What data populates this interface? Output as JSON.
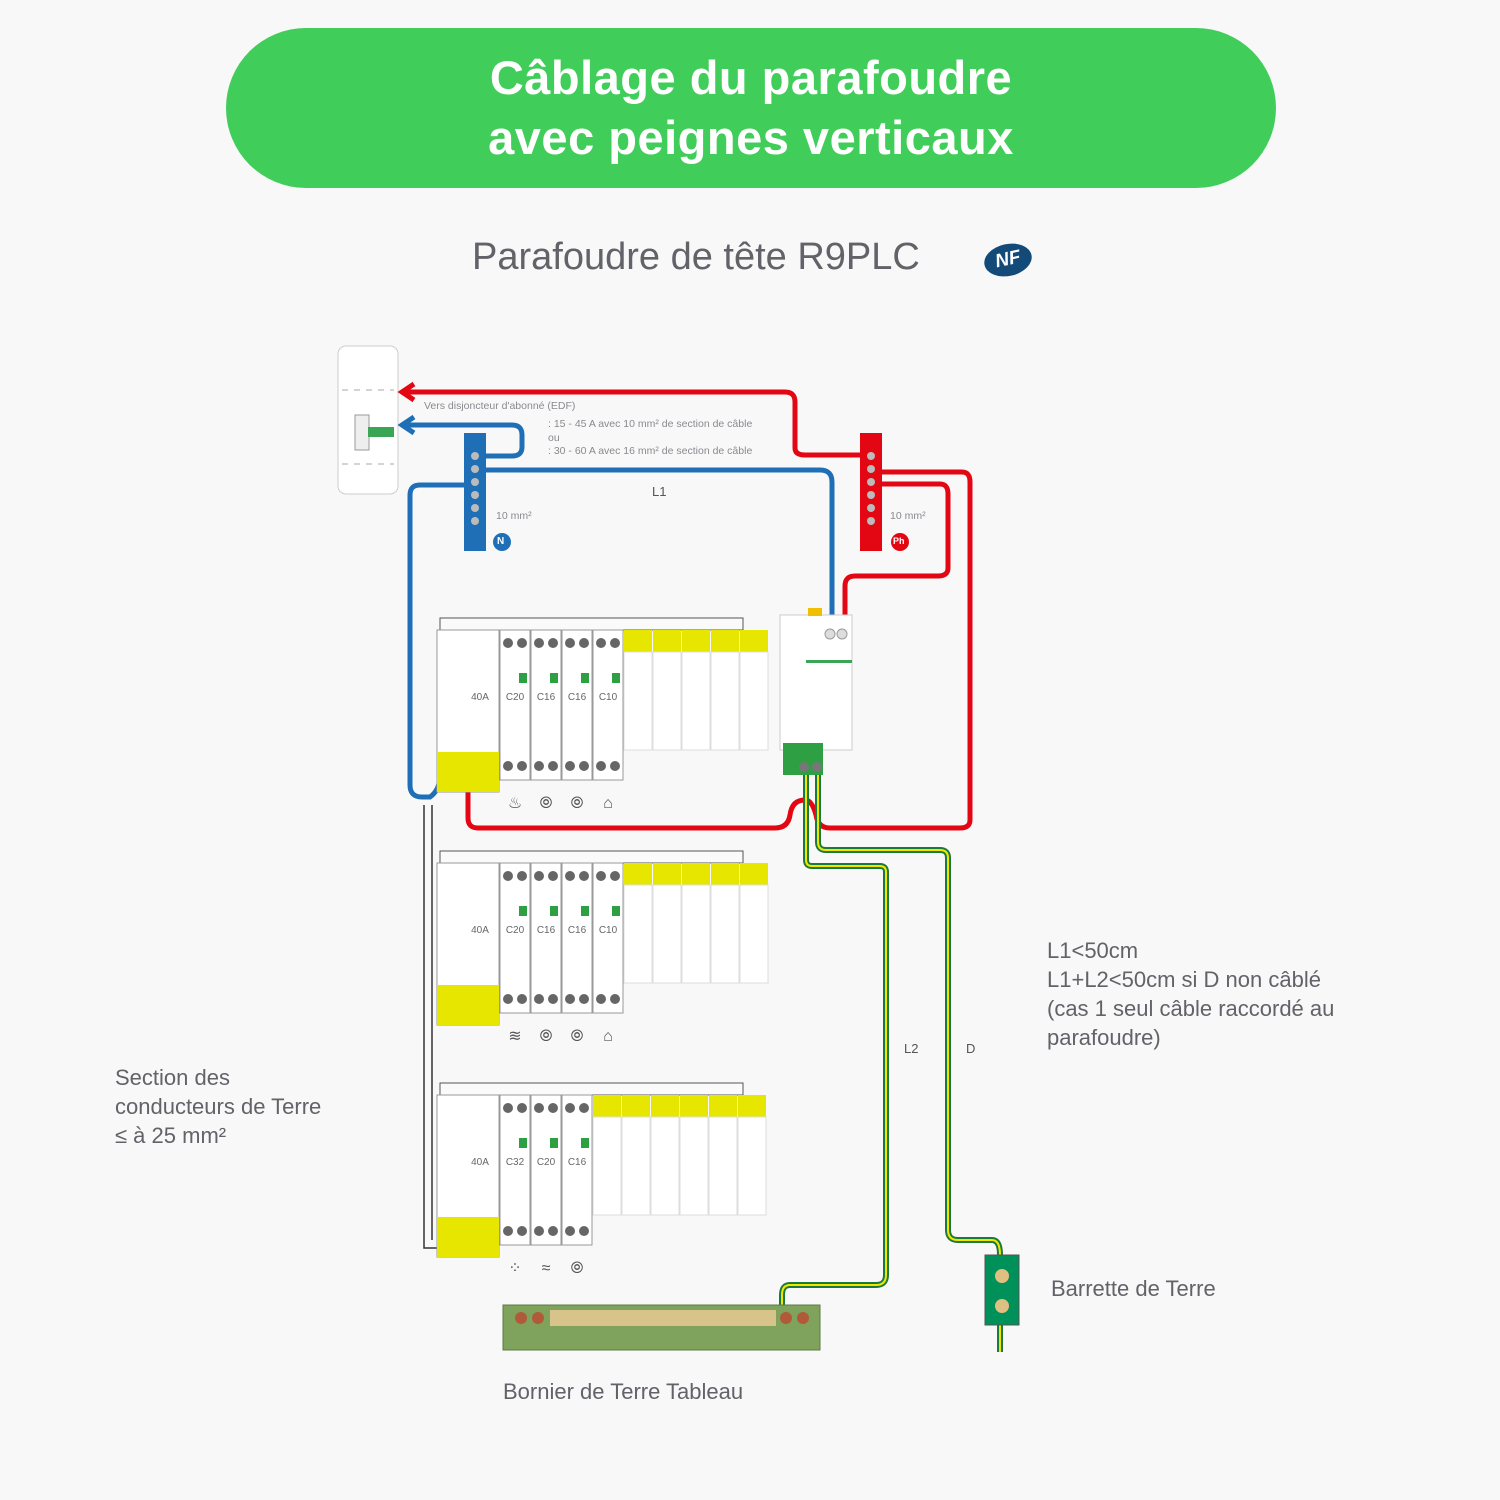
{
  "title": {
    "line1": "Câblage du parafoudre",
    "line2": "avec peignes verticaux"
  },
  "subtitle": "Parafoudre de tête R9PLC",
  "badge": "NF",
  "colors": {
    "banner": "#41cd5a",
    "phase": "#e30613",
    "neutral": "#1f6fb7",
    "earth_green": "#1a7a3a",
    "earth_yellow": "#f2e600",
    "comb_yellow": "#e6e600"
  },
  "supply": {
    "label": "Vers disjoncteur d'abonné (EDF)",
    "rule1": ": 15 - 45 A avec 10 mm² de section de câble",
    "or": "ou",
    "rule2": ": 30 - 60 A avec 16 mm² de section de câble"
  },
  "neutral_bar": {
    "section": "10 mm²",
    "badge": "N"
  },
  "phase_bar": {
    "section": "10 mm²",
    "badge": "Ph"
  },
  "cable_labels": {
    "l1": "L1",
    "l2": "L2",
    "d": "D"
  },
  "rows": [
    {
      "main": "40A",
      "breakers": [
        "C20",
        "C16",
        "C16",
        "C10"
      ],
      "icons": [
        "heater-icon",
        "socket-icon",
        "socket-icon",
        "lamp-icon"
      ]
    },
    {
      "main": "40A",
      "breakers": [
        "C20",
        "C16",
        "C16",
        "C10"
      ],
      "icons": [
        "washing-machine-icon",
        "socket-icon",
        "socket-icon",
        "lamp-icon"
      ]
    },
    {
      "main": "40A",
      "breakers": [
        "C32",
        "C20",
        "C16"
      ],
      "icons": [
        "cooktop-icon",
        "water-heater-icon",
        "socket-icon"
      ]
    }
  ],
  "notes": {
    "rule_lines": [
      "L1<50cm",
      "L1+L2<50cm si D non câblé",
      "(cas 1 seul câble raccordé au",
      "parafoudre)"
    ],
    "earth_section": [
      "Section des",
      "conducteurs de Terre",
      "≤ à 25 mm²"
    ]
  },
  "labels": {
    "earth_bar": "Barrette de Terre",
    "earth_terminal": "Bornier de Terre Tableau"
  }
}
